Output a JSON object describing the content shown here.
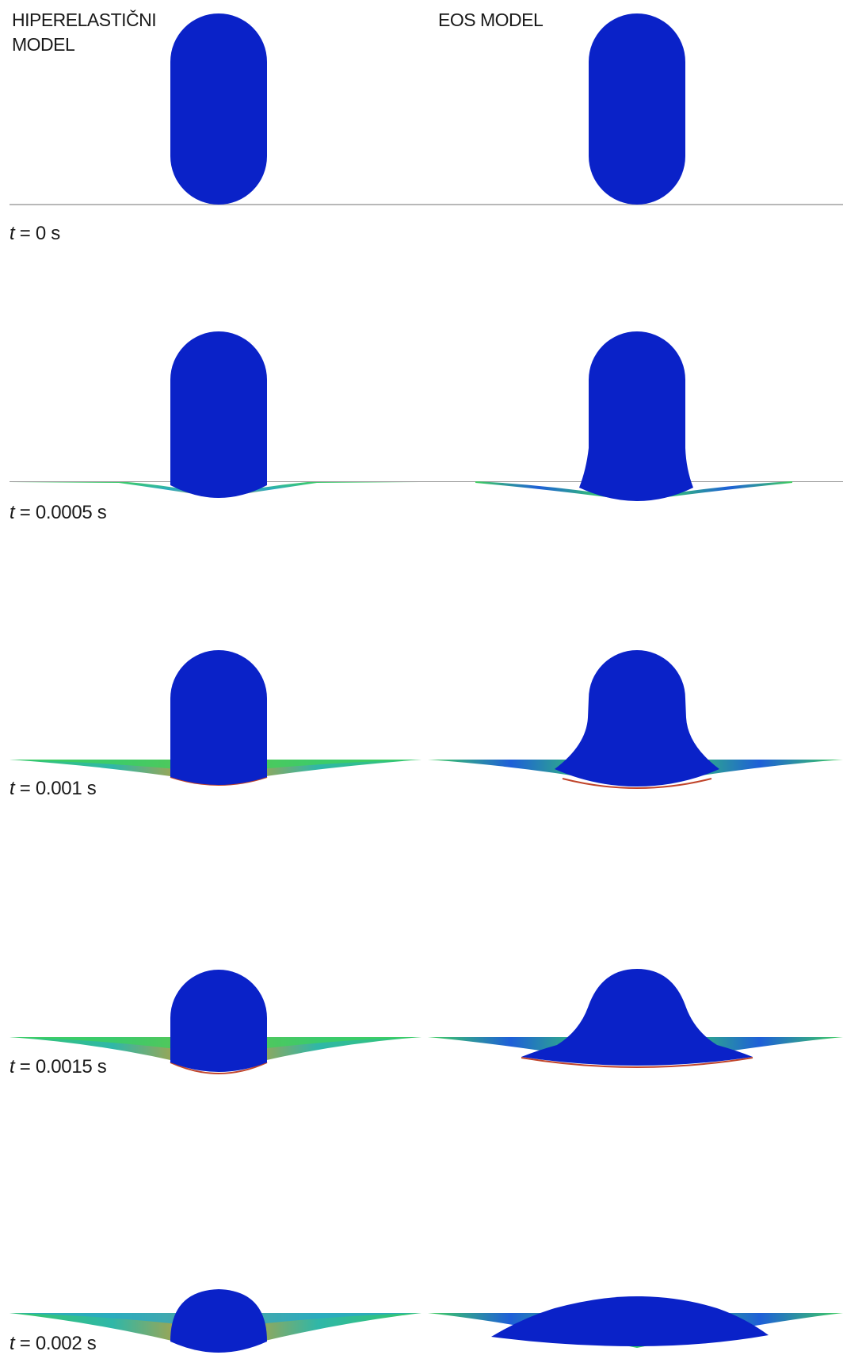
{
  "figure": {
    "columns": [
      {
        "id": "left",
        "title": "HIPERELASTIČNI\nMODEL"
      },
      {
        "id": "right",
        "title": "EOS MODEL"
      }
    ],
    "time_variable": "t",
    "frames": [
      {
        "time_label": "= 0 s"
      },
      {
        "time_label": "= 0.0005 s"
      },
      {
        "time_label": "= 0.001 s"
      },
      {
        "time_label": "= 0.0015 s"
      },
      {
        "time_label": "= 0.002 s"
      }
    ],
    "colors": {
      "projectile": "#0a22c8",
      "plate_low": "#1e5fd8",
      "plate_mid": "#35c86a",
      "plate_high": "#e39a1e",
      "plate_edge": "#c0442a",
      "ground_line": "#b8b8b8"
    }
  }
}
